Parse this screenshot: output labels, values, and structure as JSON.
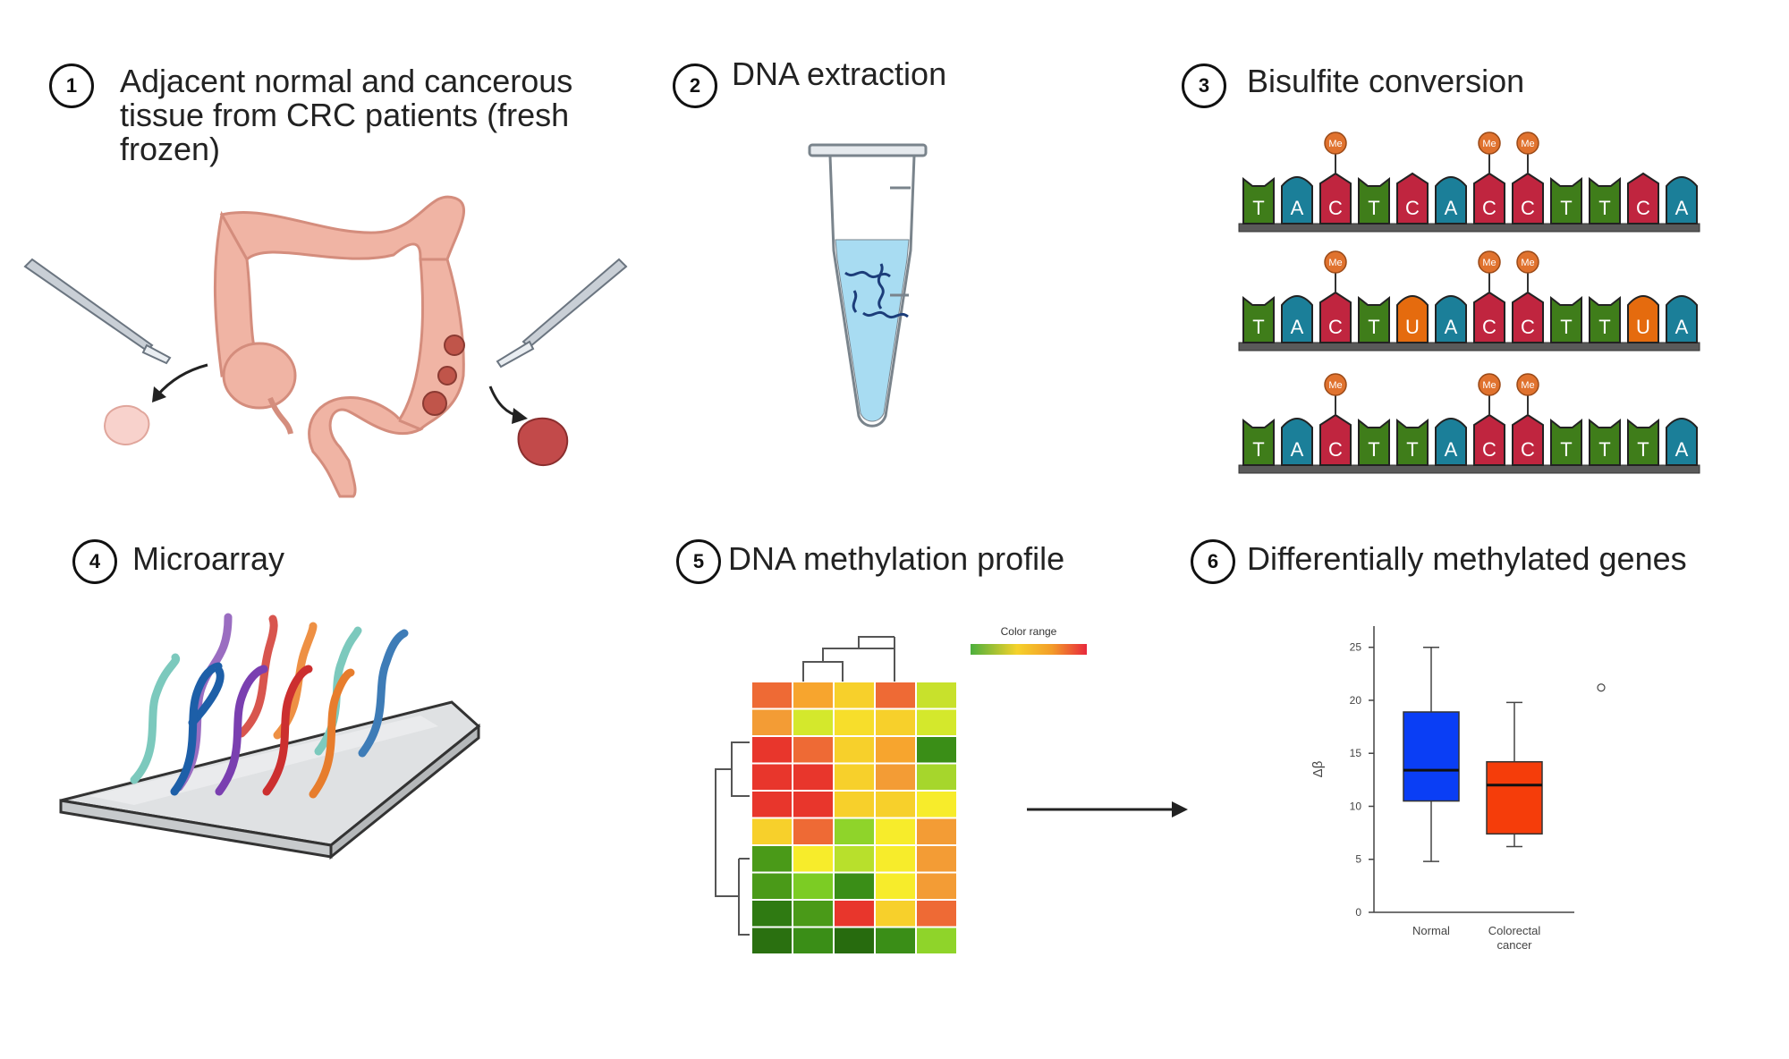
{
  "steps": [
    {
      "num": "1",
      "title": "Adjacent normal and cancerous tissue from CRC patients (fresh frozen)"
    },
    {
      "num": "2",
      "title": "DNA extraction"
    },
    {
      "num": "3",
      "title": "Bisulfite conversion"
    },
    {
      "num": "4",
      "title": "Microarray"
    },
    {
      "num": "5",
      "title": "DNA methylation profile"
    },
    {
      "num": "6",
      "title": "Differentially methylated genes"
    }
  ],
  "bisulfite": {
    "methyl_label": "Me",
    "rows": [
      [
        "T",
        "A",
        "C",
        "T",
        "C",
        "A",
        "C",
        "C",
        "T",
        "T",
        "C",
        "A"
      ],
      [
        "T",
        "A",
        "C",
        "T",
        "U",
        "A",
        "C",
        "C",
        "T",
        "T",
        "U",
        "A"
      ],
      [
        "T",
        "A",
        "C",
        "T",
        "T",
        "A",
        "C",
        "C",
        "T",
        "T",
        "T",
        "A"
      ]
    ],
    "methylated_positions": [
      2,
      6,
      7
    ],
    "base_colors": {
      "T": "#3f7d1a",
      "A": "#1b7f99",
      "C": "#c0253f",
      "U": "#e56b0e"
    }
  },
  "heatmap": {
    "legend_label": "Color range",
    "legend_colors": [
      "#4caf3d",
      "#f5d22b",
      "#f39c29",
      "#e8283c"
    ],
    "cells": [
      [
        "#ee6a35",
        "#f7a52e",
        "#f7d02b",
        "#ee6a35",
        "#c8e12c"
      ],
      [
        "#f39c35",
        "#d4e82c",
        "#f7de2b",
        "#f7d02b",
        "#d4e82c"
      ],
      [
        "#e8362c",
        "#ee6a35",
        "#f7d02b",
        "#f7a52e",
        "#3a8e17"
      ],
      [
        "#e8362c",
        "#e8362c",
        "#f7d02b",
        "#f39c35",
        "#a6d62c"
      ],
      [
        "#e8362c",
        "#e8362c",
        "#f7d02b",
        "#f7d02b",
        "#f7ec2b"
      ],
      [
        "#f7d02b",
        "#ee6a35",
        "#8fd42a",
        "#f7ec2b",
        "#f39c35"
      ],
      [
        "#4a9a18",
        "#f7ec2b",
        "#b8e02c",
        "#f7ec2b",
        "#f39c35"
      ],
      [
        "#4a9a18",
        "#7ccc24",
        "#3a8e17",
        "#f7ec2b",
        "#f39c35"
      ],
      [
        "#2f7a12",
        "#4a9a18",
        "#e8362c",
        "#f7d02b",
        "#ee6a35"
      ],
      [
        "#2a7010",
        "#3a8e17",
        "#276b0e",
        "#3a8e17",
        "#8fd42a"
      ]
    ]
  },
  "chart_data": {
    "type": "box",
    "ylabel": "Δβ",
    "yticks": [
      0,
      5,
      10,
      15,
      20,
      25
    ],
    "ylim": [
      0,
      27
    ],
    "series": [
      {
        "name": "Normal",
        "color": "#0a3ef5",
        "min": 4.8,
        "q1": 10.5,
        "median": 13.4,
        "q3": 18.9,
        "max": 25.0
      },
      {
        "name": "Colorectal cancer",
        "color": "#f53d0a",
        "min": 6.2,
        "q1": 7.4,
        "median": 12.0,
        "q3": 14.2,
        "max": 19.8
      }
    ],
    "categories": [
      "Normal",
      "Colorectal\ncancer"
    ],
    "outliers": [
      {
        "series": 1,
        "y": 21.2
      }
    ]
  }
}
